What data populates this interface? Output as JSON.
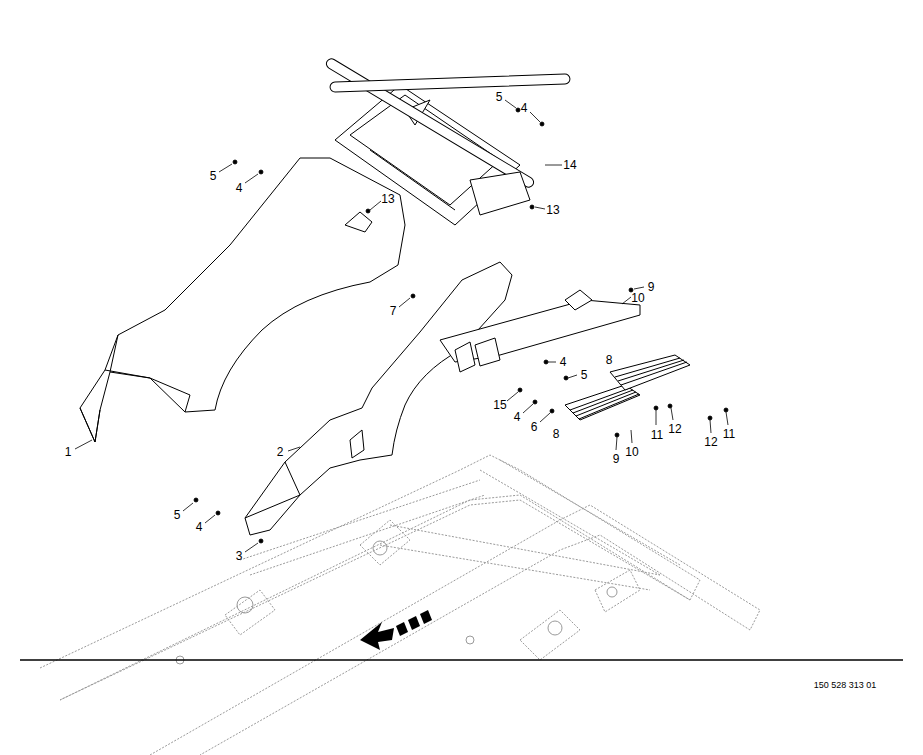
{
  "diagram": {
    "labels": [
      "5",
      "4",
      "14",
      "13",
      "5",
      "4",
      "13",
      "7",
      "9",
      "10",
      "4",
      "5",
      "8",
      "15",
      "4",
      "6",
      "8",
      "11",
      "12",
      "12",
      "11",
      "9",
      "10",
      "1",
      "2",
      "5",
      "4",
      "3",
      "150 528 313 01"
    ]
  }
}
